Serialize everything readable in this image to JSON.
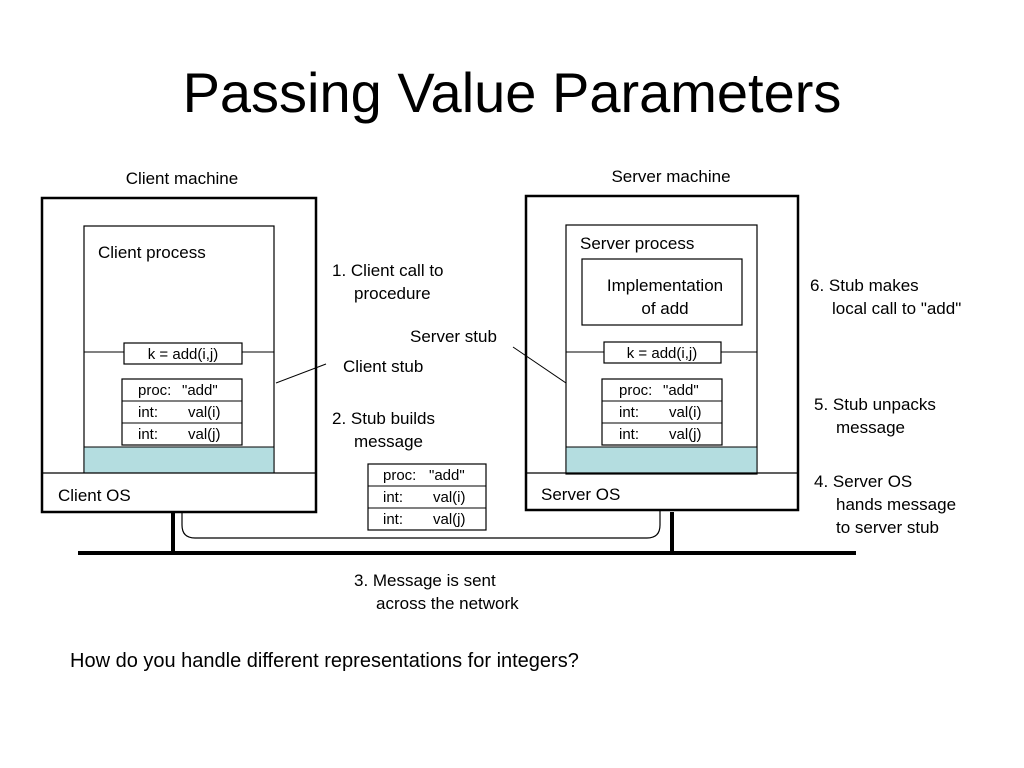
{
  "title": "Passing Value Parameters",
  "client": {
    "machine_label": "Client machine",
    "process_label": "Client process",
    "call": "k = add(i,j)",
    "message_rows": [
      {
        "key": "proc:",
        "val": "\"add\""
      },
      {
        "key": "int:",
        "val": "val(i)"
      },
      {
        "key": "int:",
        "val": "val(j)"
      }
    ],
    "os_label": "Client OS",
    "stub_label": "Client stub"
  },
  "server": {
    "machine_label": "Server machine",
    "process_label": "Server process",
    "impl_line1": "Implementation",
    "impl_line2": "of add",
    "call": "k = add(i,j)",
    "message_rows": [
      {
        "key": "proc:",
        "val": "\"add\""
      },
      {
        "key": "int:",
        "val": "val(i)"
      },
      {
        "key": "int:",
        "val": "val(j)"
      }
    ],
    "os_label": "Server OS",
    "stub_label": "Server stub"
  },
  "network_message_rows": [
    {
      "key": "proc:",
      "val": "\"add\""
    },
    {
      "key": "int:",
      "val": "val(i)"
    },
    {
      "key": "int:",
      "val": "val(j)"
    }
  ],
  "steps": {
    "s1_line1": "1. Client call to",
    "s1_line2": "procedure",
    "s2_line1": "2. Stub builds",
    "s2_line2": "message",
    "s3_line1": "3. Message is sent",
    "s3_line2": "across the network",
    "s4_line1": "4. Server OS",
    "s4_line2": "hands message",
    "s4_line3": "to server stub",
    "s5_line1": "5. Stub unpacks",
    "s5_line2": "message",
    "s6_line1": "6. Stub makes",
    "s6_line2": "local call to \"add\""
  },
  "question": "How do you handle different representations for integers?",
  "colors": {
    "os_buffer": "#b4dde0",
    "stroke": "#000000"
  }
}
